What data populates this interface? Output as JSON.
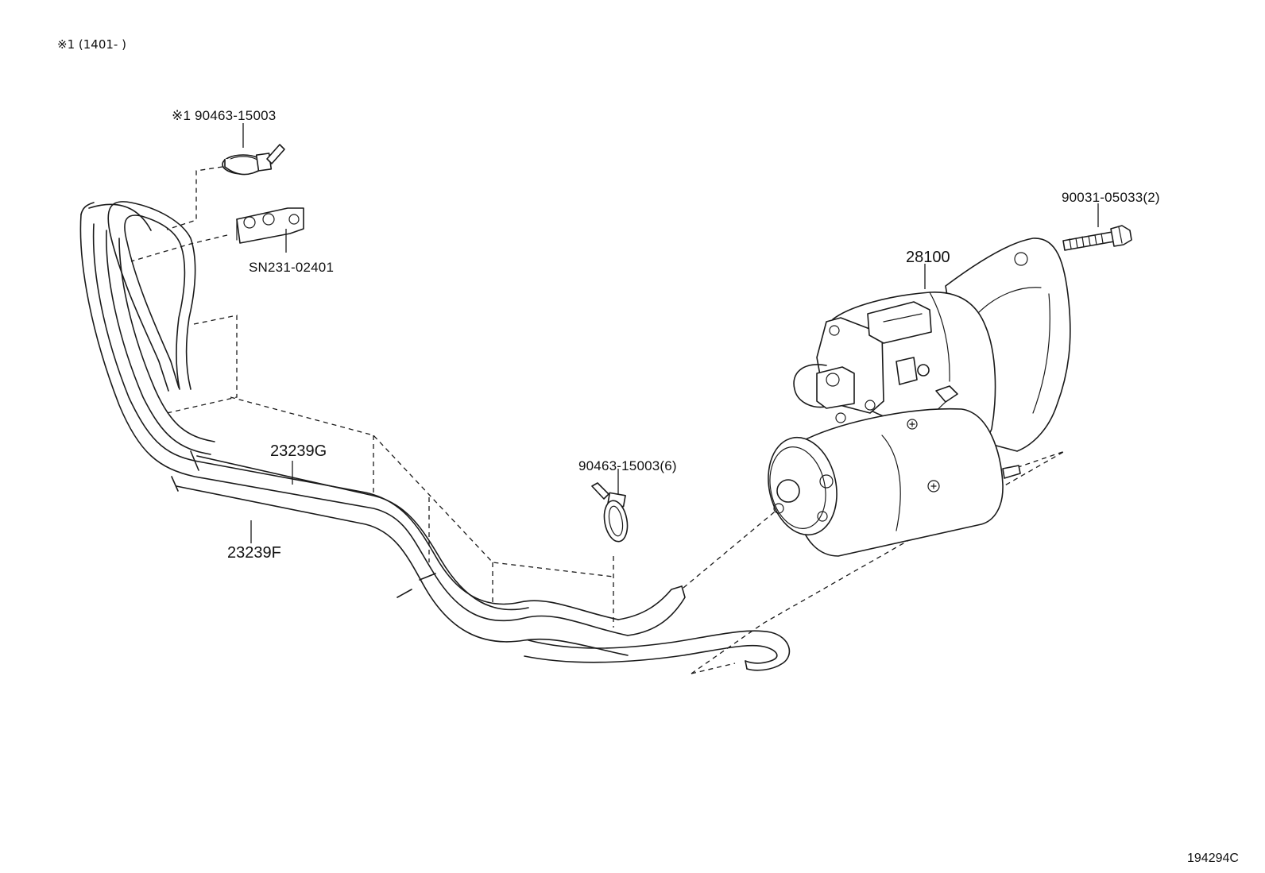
{
  "header": {
    "note": "※1 (1401-        )"
  },
  "callouts": {
    "clamp_top": "※1  90463-15003",
    "clamp_holder": "SN231-02401",
    "bolt": "90031-05033(2)",
    "starter": "28100",
    "hose_g": "23239G",
    "hose_f": "23239F",
    "clamp_mid": "90463-15003(6)"
  },
  "footer": {
    "illustration_code": "194294C"
  }
}
